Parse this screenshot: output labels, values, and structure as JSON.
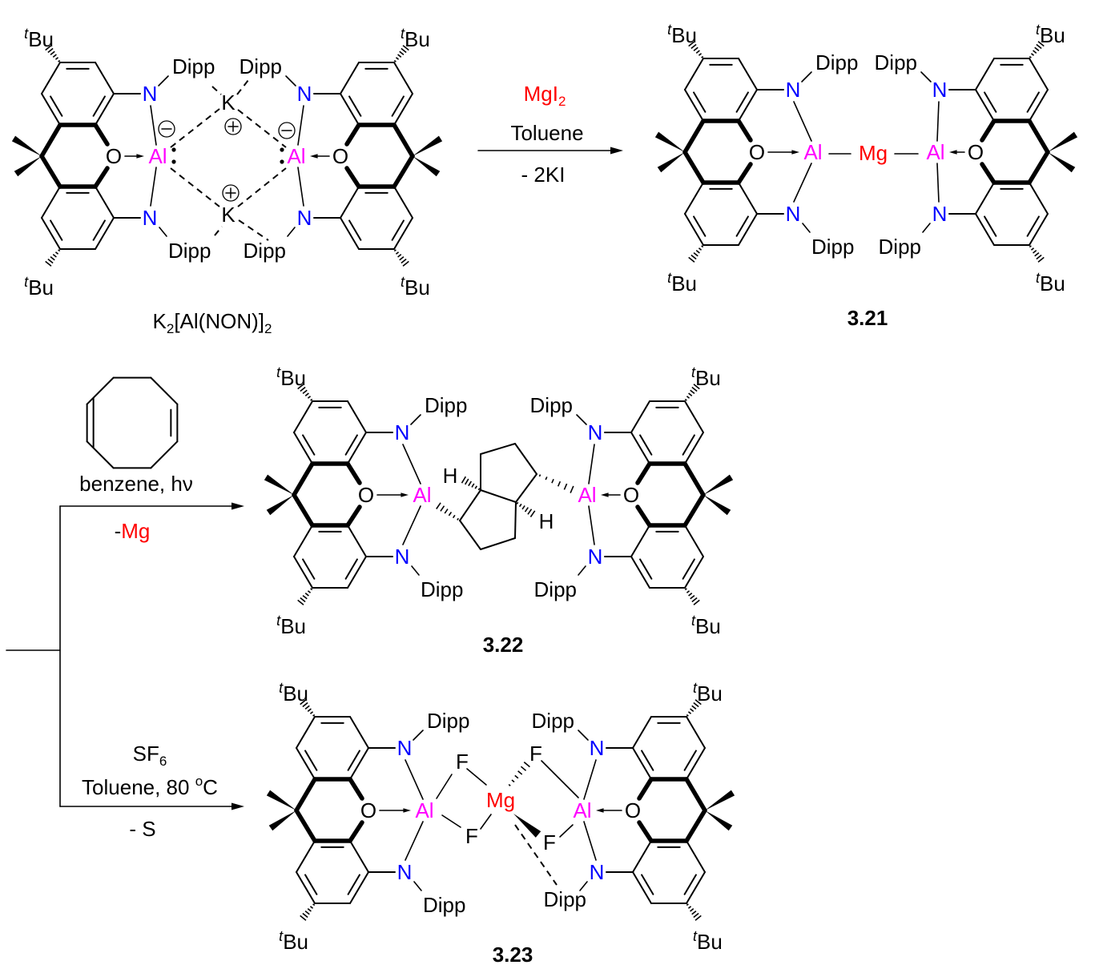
{
  "atoms": {
    "N": "N",
    "O": "O",
    "Al": "Al",
    "K": "K",
    "Mg": "Mg",
    "F": "F",
    "H": "H",
    "Dipp": "Dipp",
    "tBu_sup": "t",
    "tBu_main": "Bu"
  },
  "reactant": {
    "k": "K",
    "sub1": "2",
    "rest": "[Al(NON)]",
    "sub2": "2"
  },
  "step1": {
    "reagent": "MgI",
    "reagent_sub": "2",
    "solvent": "Toluene",
    "byproduct": "- 2KI"
  },
  "step2": {
    "reagent": "benzene, hν",
    "byproduct_prefix": "-",
    "byproduct": "Mg"
  },
  "step3": {
    "reagent": "SF",
    "reagent_sub": "6",
    "conditions": "Toluene, 80 ",
    "deg": "o",
    "unit": "C",
    "byproduct": "- S"
  },
  "products": [
    {
      "label": "3.21"
    },
    {
      "label": "3.22"
    },
    {
      "label": "3.23"
    }
  ],
  "colors": {
    "N": "#0000ff",
    "Al": "#ff00ff",
    "Mg": "#ff0000",
    "bond": "#000000"
  }
}
